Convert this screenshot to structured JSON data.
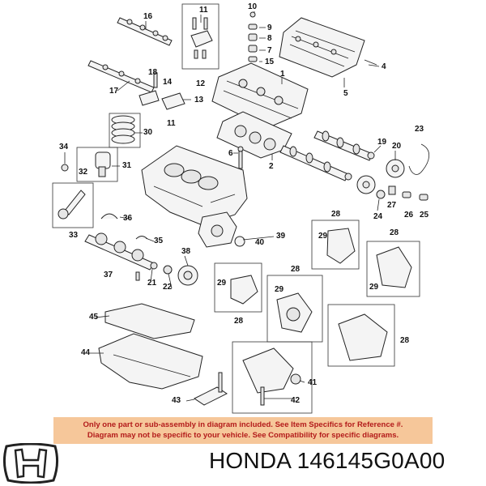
{
  "callouts": [
    "16",
    "11",
    "12",
    "10",
    "9",
    "8",
    "7",
    "15",
    "1",
    "4",
    "5",
    "17",
    "13",
    "14",
    "18",
    "30",
    "34",
    "32",
    "31",
    "6",
    "2",
    "19",
    "20",
    "23",
    "22",
    "11",
    "26",
    "25",
    "27",
    "24",
    "21",
    "36",
    "33",
    "35",
    "37",
    "38",
    "39",
    "40",
    "28",
    "29",
    "28",
    "29",
    "28",
    "29",
    "28",
    "45",
    "44",
    "43",
    "41",
    "42",
    "29",
    "28"
  ],
  "notice": {
    "line1": "Only one part or sub-assembly in diagram included. See Item Specifics for Reference #.",
    "line2": "Diagram may not be specific to your vehicle. See Compatibility for specific diagrams."
  },
  "footer": {
    "brand": "HONDA",
    "part_number": "146145G0A00"
  },
  "colors": {
    "notice_bg": "#f6c79a",
    "notice_text": "#b31b1b"
  },
  "icons": {
    "logo": "honda-h-logo-icon"
  }
}
